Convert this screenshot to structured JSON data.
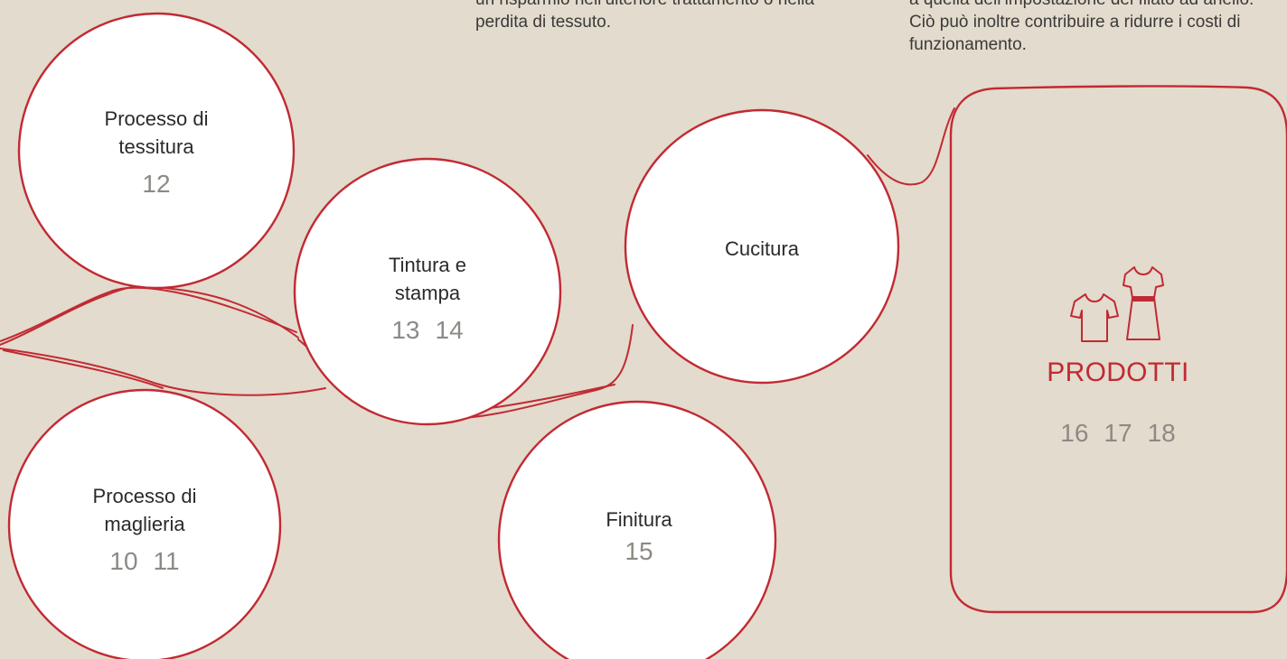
{
  "intro": {
    "left_paragraph": "un risparmio nell’ulteriore trattamento o nella perdita di tessuto.",
    "right_paragraph": "a quella dell’impostazione del filato ad anello. Ciò può inoltre contribuire a ridurre i costi di funzionamento."
  },
  "nodes": {
    "tessitura": {
      "title_line1": "Processo di",
      "title_line2": "tessitura",
      "pages": [
        "12"
      ]
    },
    "tintura": {
      "title_line1": "Tintura e",
      "title_line2": "stampa",
      "pages": [
        "13",
        "14"
      ]
    },
    "cucitura": {
      "title_line1": "Cucitura"
    },
    "maglieria": {
      "title_line1": "Processo di",
      "title_line2": "maglieria",
      "pages": [
        "10",
        "11"
      ]
    },
    "finitura": {
      "title_line1": "Finitura",
      "pages": [
        "15"
      ]
    }
  },
  "products": {
    "title": "PRODOTTI",
    "pages": [
      "16",
      "17",
      "18"
    ],
    "icons": [
      "t-shirt-icon",
      "dress-icon"
    ]
  },
  "colors": {
    "background": "#e3dbcd",
    "thread": "#c12a33",
    "circle_fill": "#ffffff",
    "page_numbers": "#8d8a86"
  }
}
